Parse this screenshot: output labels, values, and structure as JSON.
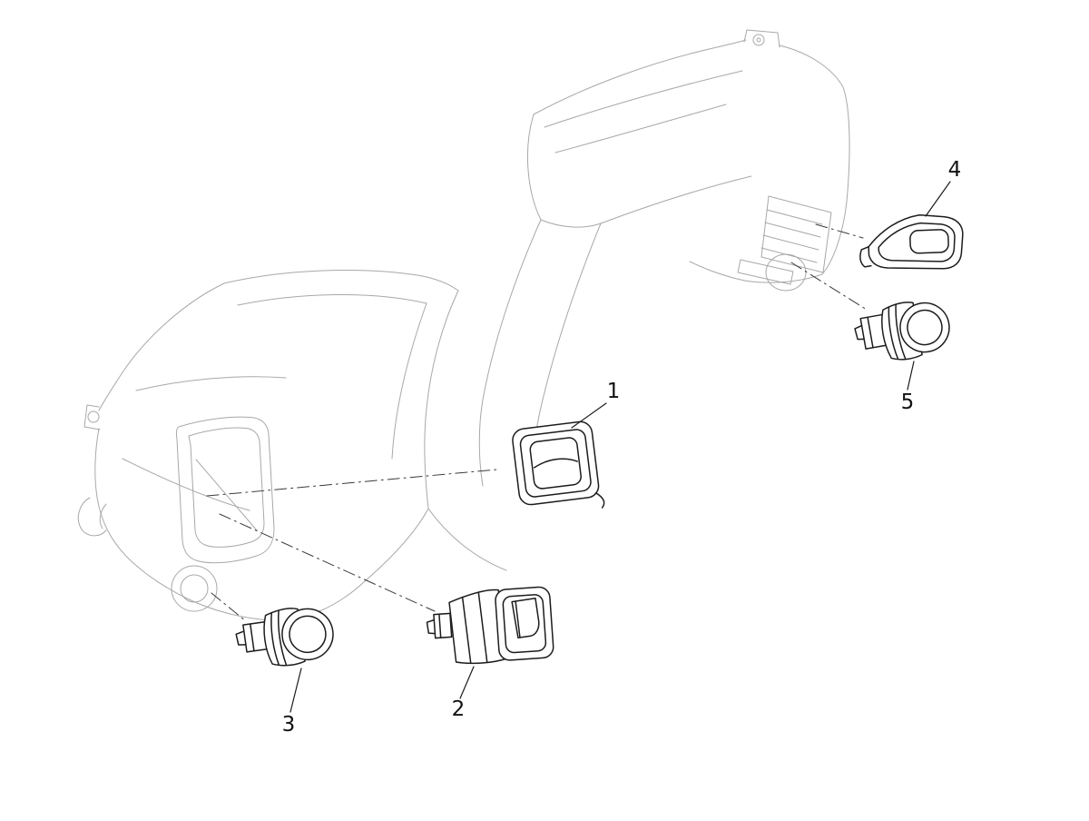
{
  "diagram": {
    "type": "exploded-parts-diagram",
    "labels": [
      {
        "text": "1"
      },
      {
        "text": "2"
      },
      {
        "text": "3"
      },
      {
        "text": "4"
      },
      {
        "text": "5"
      }
    ],
    "colors": {
      "background": "#ffffff",
      "body_outline": "#a8a8a8",
      "part_outline": "#1c1c1c",
      "dash_line": "#3a3a3a",
      "label_text": "#111111"
    }
  }
}
